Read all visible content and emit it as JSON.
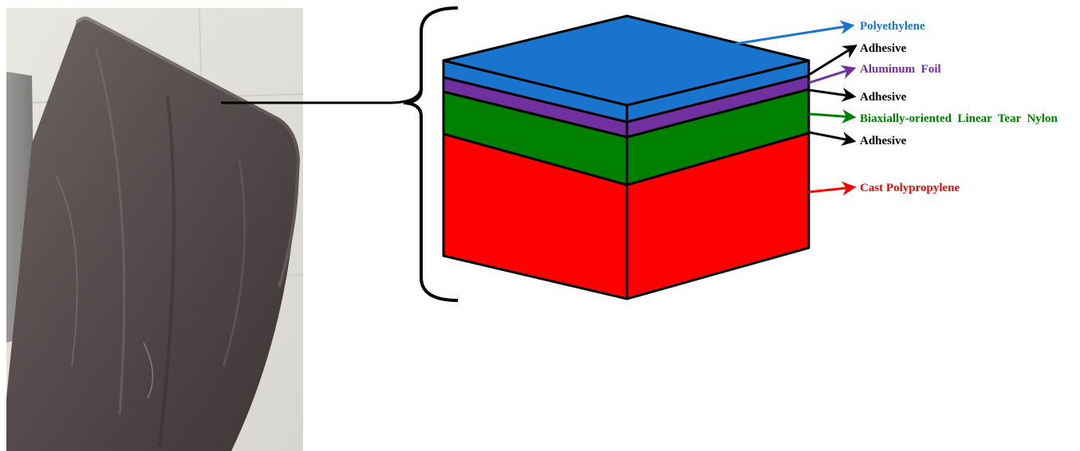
{
  "photo": {
    "description_icon": "foil-pouch-photo"
  },
  "colors": {
    "polyethylene": "#1874CD",
    "aluminum_foil": "#7030A0",
    "nylon": "#008000",
    "polypropylene": "#FF0000",
    "adhesive": "#000000",
    "outline": "#000000"
  },
  "layers": [
    {
      "key": "polyethylene",
      "label": "Polyethylene",
      "color": "#1874CD"
    },
    {
      "key": "adhesive1",
      "label": "Adhesive",
      "color": "#000000"
    },
    {
      "key": "aluminum_foil",
      "label": "Aluminum  Foil",
      "color": "#7030A0"
    },
    {
      "key": "adhesive2",
      "label": "Adhesive",
      "color": "#000000"
    },
    {
      "key": "nylon",
      "label": "Biaxially-oriented  Linear  Tear  Nylon",
      "color": "#008000"
    },
    {
      "key": "adhesive3",
      "label": "Adhesive",
      "color": "#000000"
    },
    {
      "key": "polypropylene",
      "label": "Cast Polypropylene",
      "color": "#FF0000"
    }
  ]
}
